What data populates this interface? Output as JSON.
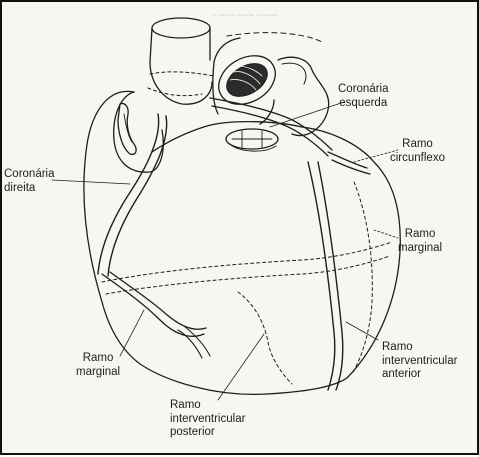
{
  "labels": {
    "left_coronary": [
      "Coronária",
      "esquerda"
    ],
    "circumflex": [
      "Ramo",
      "circunflexo"
    ],
    "right_coronary": [
      "Coronária",
      "direita"
    ],
    "right_marginal": [
      "Ramo",
      "marginal"
    ],
    "left_marginal": [
      "Ramo",
      "marginal"
    ],
    "anterior_interventricular": [
      "Ramo",
      "interventricular",
      "anterior"
    ],
    "posterior_interventricular": [
      "Ramo",
      "interventricular",
      "posterior"
    ]
  },
  "colors": {
    "ink": "#1e1e1e",
    "paper": "#f8f6f1",
    "bleed": "#a8a197"
  }
}
